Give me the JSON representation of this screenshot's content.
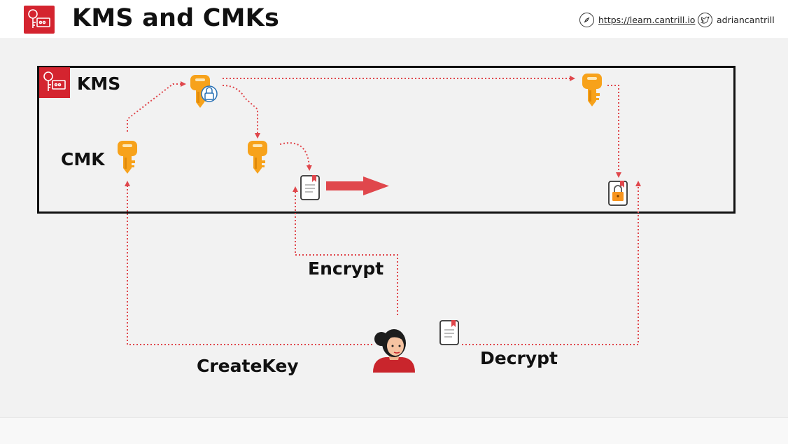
{
  "header": {
    "title": "KMS and CMKs",
    "site_url": "https://learn.cantrill.io",
    "twitter_handle": "adriancantrill"
  },
  "diagram": {
    "kms_label": "KMS",
    "cmk_label": "CMK",
    "encrypt_label": "Encrypt",
    "createkey_label": "CreateKey",
    "decrypt_label": "Decrypt"
  },
  "colors": {
    "aws_red": "#d4242f",
    "key_orange": "#f7a21b",
    "arrow_red": "#e0474c",
    "box_border": "#111111"
  }
}
